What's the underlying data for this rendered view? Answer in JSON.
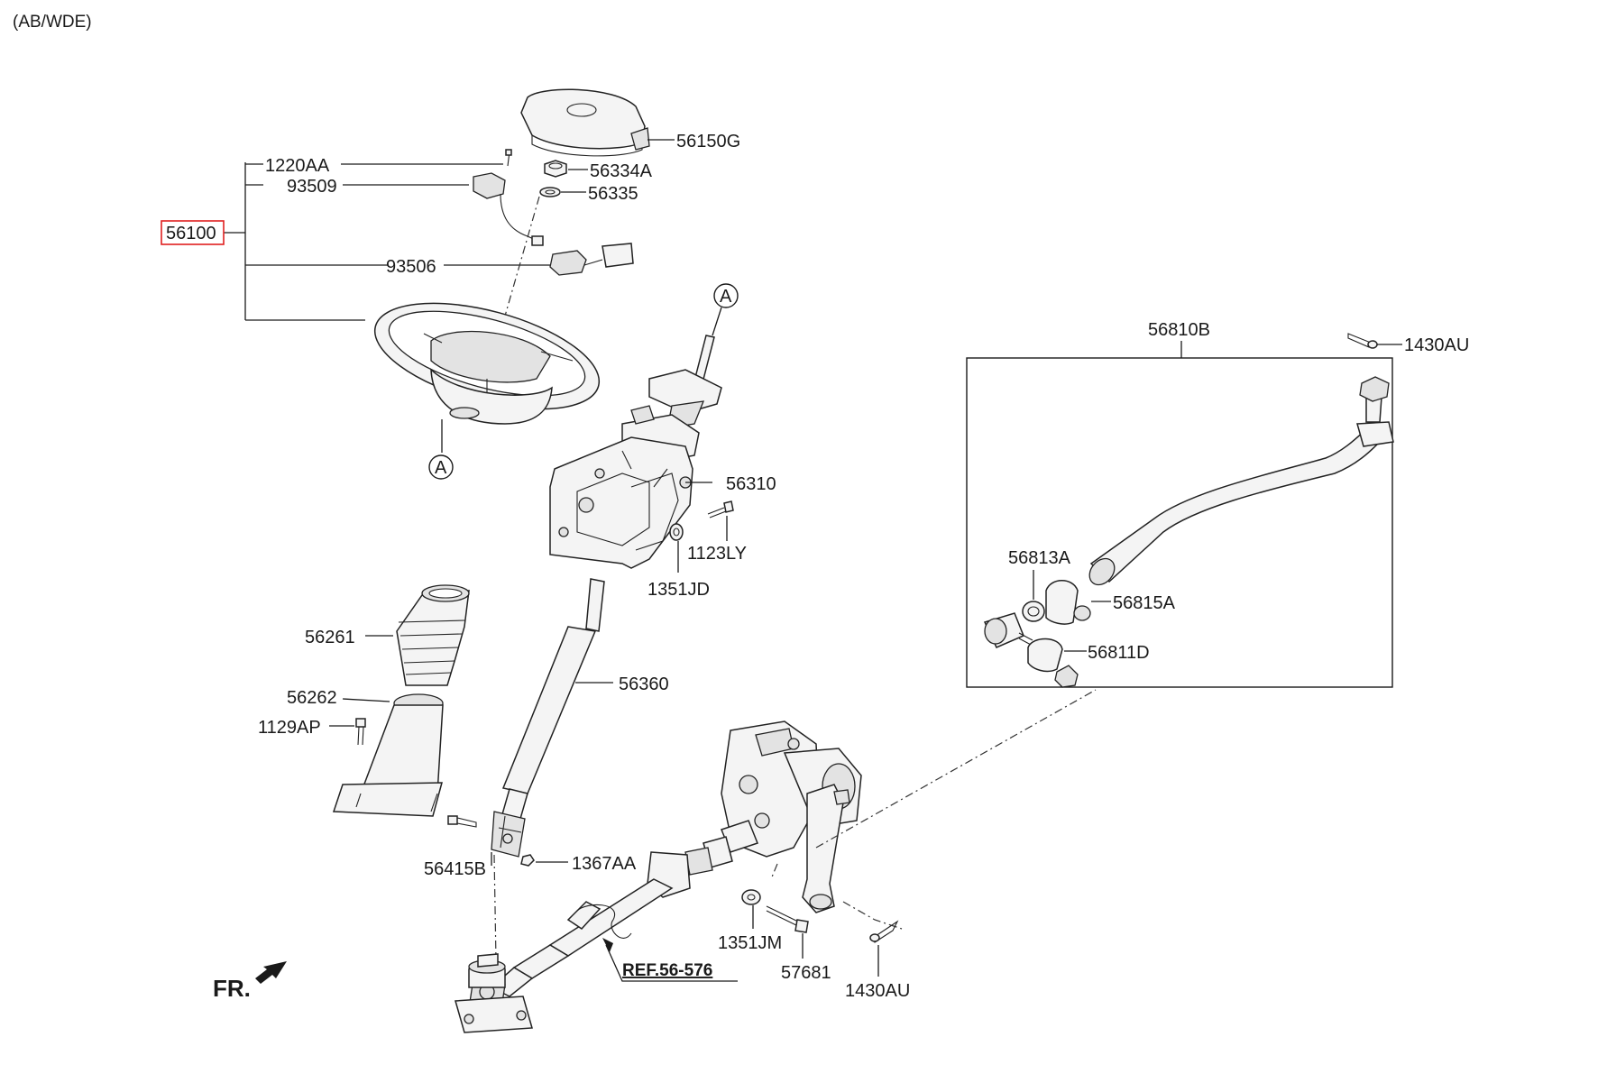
{
  "header": {
    "variant": "(AB/WDE)"
  },
  "callouts": {
    "c56100": "56100",
    "c1220AA": "1220AA",
    "c93509": "93509",
    "c93506": "93506",
    "c56150G": "56150G",
    "c56334A": "56334A",
    "c56335": "56335",
    "c56310": "56310",
    "c1123LY": "1123LY",
    "c1351JD": "1351JD",
    "c56261": "56261",
    "c56262": "56262",
    "c1129AP": "1129AP",
    "c56360": "56360",
    "c56415B": "56415B",
    "c1367AA": "1367AA",
    "c1351JM": "1351JM",
    "c57681": "57681",
    "c1430AU_bottom": "1430AU",
    "c1430AU_top": "1430AU",
    "c56810B": "56810B",
    "c56813A": "56813A",
    "c56815A": "56815A",
    "c56811D": "56811D"
  },
  "connectors": {
    "a_top": "A",
    "a_bottom": "A"
  },
  "reference": "REF.56-576",
  "direction": "FR.",
  "colors": {
    "highlight": "#e02020",
    "ink": "#1a1a1a"
  },
  "selected_part": "56100"
}
